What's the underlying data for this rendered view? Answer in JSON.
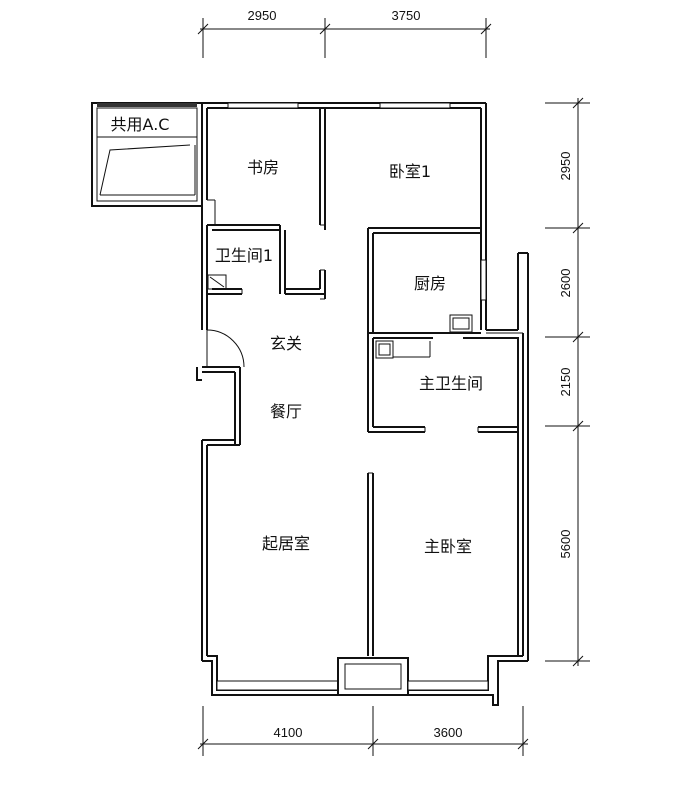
{
  "rooms": {
    "study": "书房",
    "bedroom1": "卧室1",
    "bath1": "卫生间1",
    "kitchen": "厨房",
    "foyer": "玄关",
    "dining": "餐厅",
    "master_bath": "主卫生间",
    "living": "起居室",
    "master_bedroom": "主卧室",
    "ac": "共用A.C"
  },
  "dimensions": {
    "top": [
      "2950",
      "3750"
    ],
    "bottom": [
      "4100",
      "3600"
    ],
    "right": [
      "2950",
      "2600",
      "2150",
      "5600"
    ]
  }
}
